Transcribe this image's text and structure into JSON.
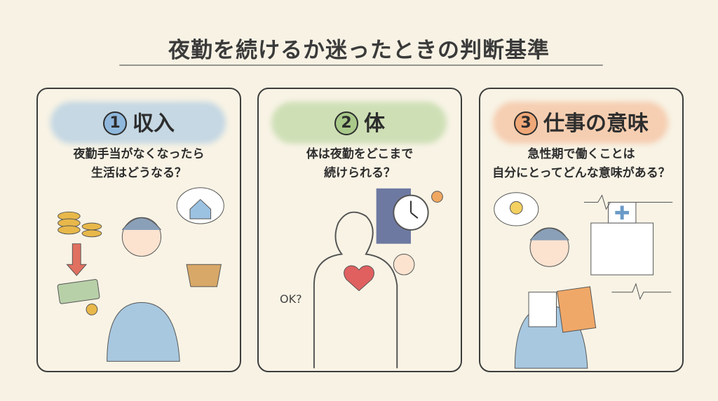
{
  "title": "夜勤を続けるか迷ったときの判断基準",
  "cards": [
    {
      "number": "1",
      "heading": "収入",
      "question_line1": "夜勤手当がなくなったら",
      "question_line2": "生活はどうなる？",
      "accent": "#8fb8dc"
    },
    {
      "number": "2",
      "heading": "体",
      "question_line1": "体は夜勤をどこまで",
      "question_line2": "続けられる？",
      "accent": "#a9c98a",
      "note": "OK?"
    },
    {
      "number": "3",
      "heading": "仕事の意味",
      "question_line1": "急性期で働くことは",
      "question_line2": "自分にとってどんな意味がある？",
      "accent": "#f0a878"
    }
  ]
}
